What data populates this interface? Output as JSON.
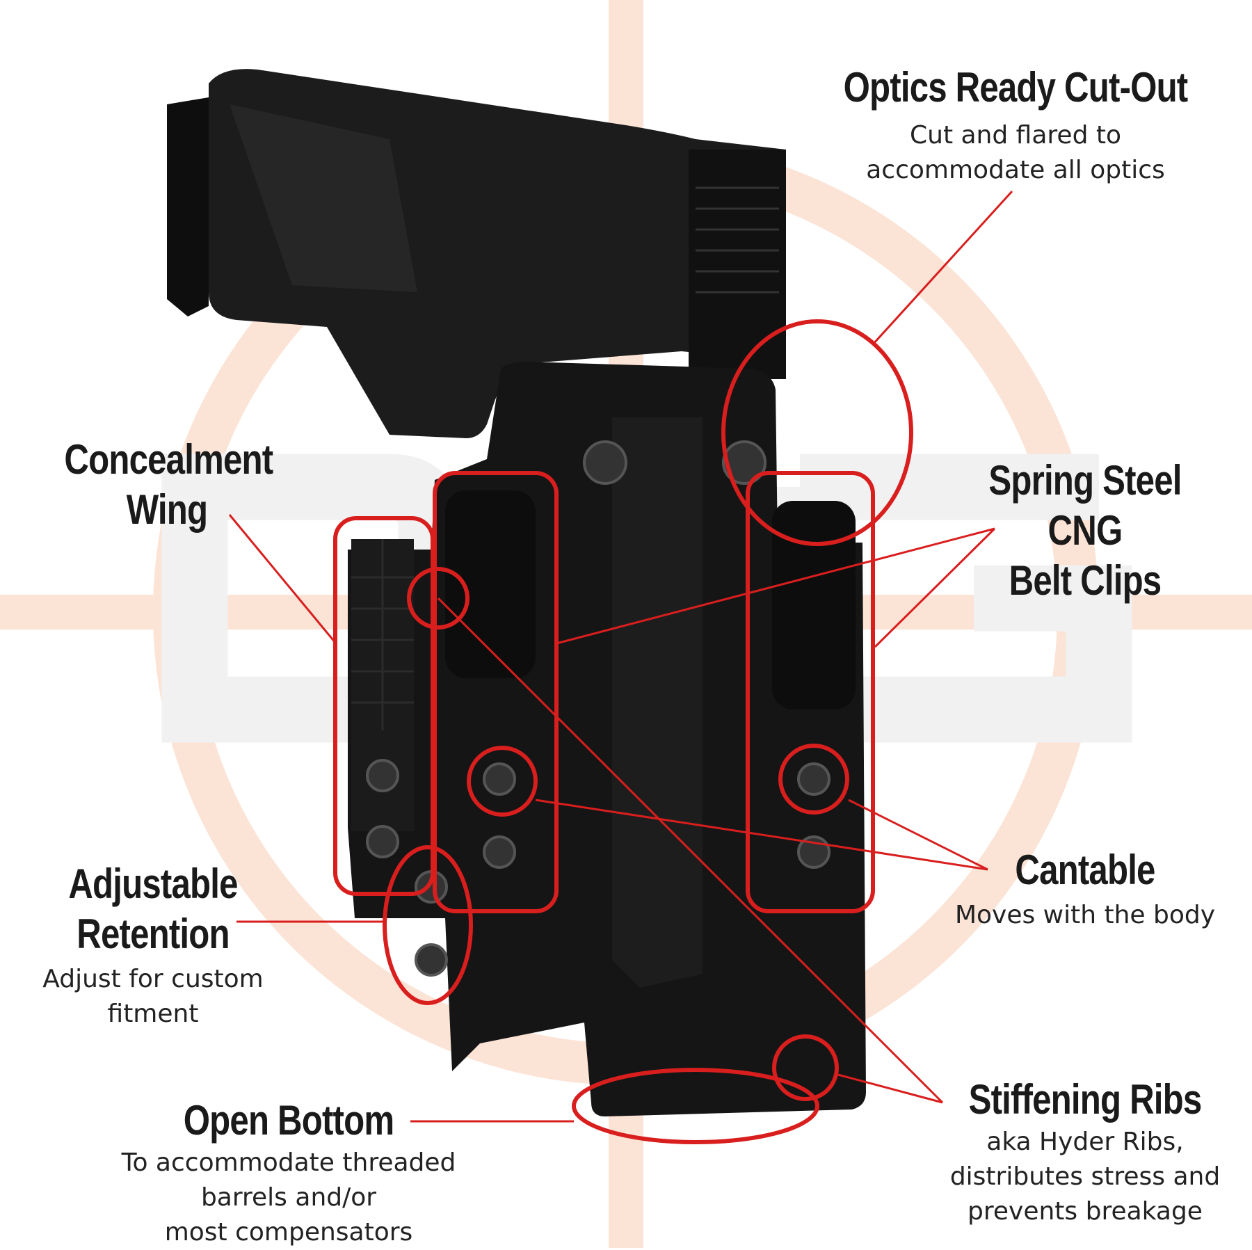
{
  "colors": {
    "background": "#ffffff",
    "watermark": "#f1f1f1",
    "crosshair": "#fbe3d6",
    "callout": "#d91e1e",
    "holster": "#151515",
    "pistol": "#1c1c1c",
    "screw": "#3a3a3a"
  },
  "labels": {
    "optics": {
      "title": "Optics Ready Cut-Out",
      "desc": [
        "Cut and flared to",
        "accommodate all optics"
      ]
    },
    "wing": {
      "title": [
        "Concealment",
        "Wing"
      ]
    },
    "clips": {
      "title": [
        "Spring Steel",
        "CNG",
        "Belt Clips"
      ]
    },
    "retention": {
      "title": [
        "Adjustable",
        "Retention"
      ],
      "desc": [
        "Adjust for custom",
        "fitment"
      ]
    },
    "cantable": {
      "title": "Cantable",
      "desc": [
        "Moves with the body"
      ]
    },
    "bottom": {
      "title": "Open Bottom",
      "desc": [
        "To accommodate threaded",
        "barrels and/or",
        "most compensators"
      ]
    },
    "ribs": {
      "title": "Stiffening Ribs",
      "desc": [
        "aka Hyder Ribs,",
        "distributes stress and",
        "prevents breakage"
      ]
    }
  }
}
